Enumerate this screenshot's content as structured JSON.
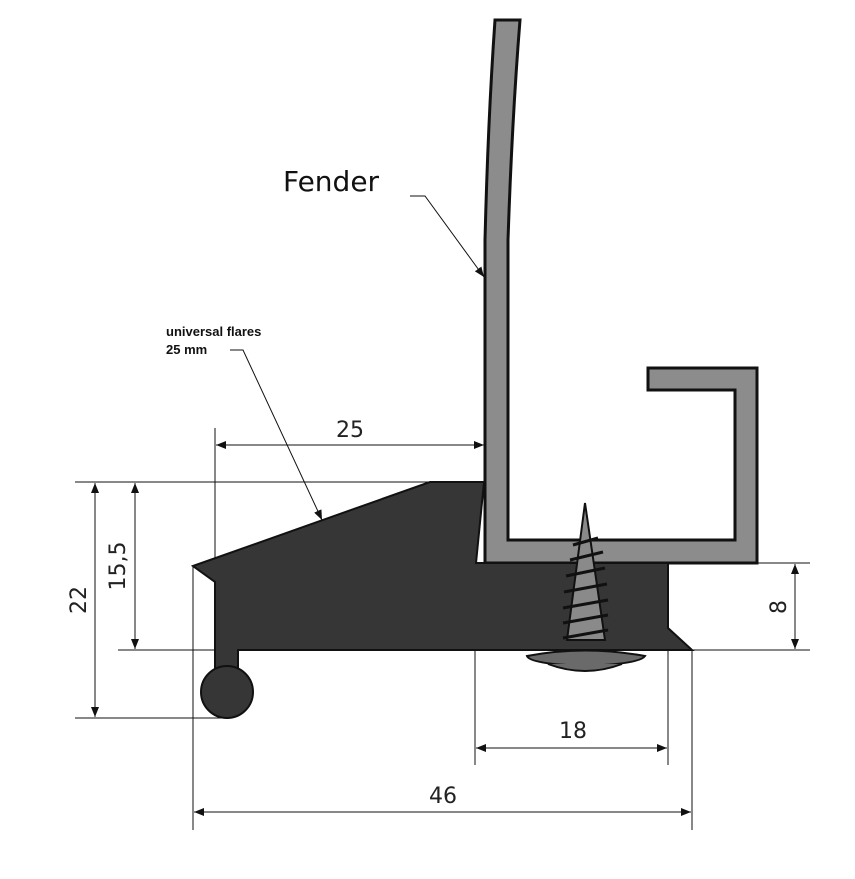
{
  "labels": {
    "fender": "Fender",
    "flares_line1": "universal flares",
    "flares_line2": "25 mm"
  },
  "dimensions": {
    "top_width": "25",
    "total_height": "22",
    "body_height": "15,5",
    "right_height": "8",
    "screw_span": "18",
    "total_width": "46"
  },
  "colors": {
    "profile": "#363636",
    "fender": "#8c8c8c",
    "outline": "#111111"
  }
}
